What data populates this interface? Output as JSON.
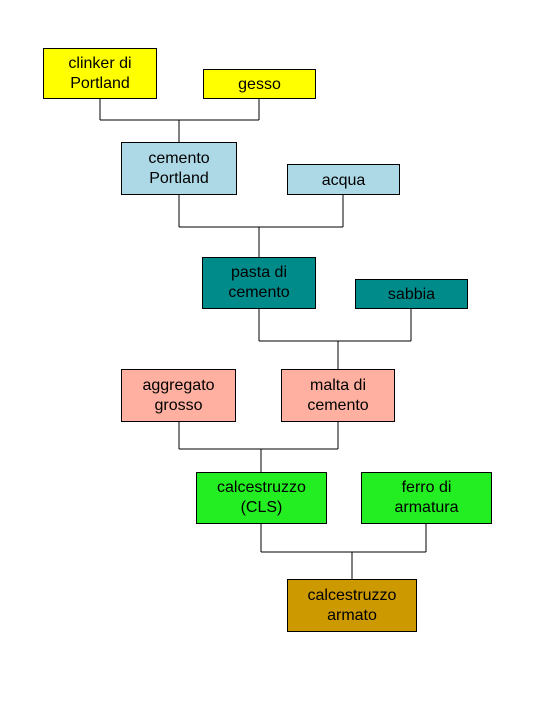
{
  "nodes": {
    "clinker": {
      "label": "clinker di\nPortland",
      "color": "#ffff00"
    },
    "gesso": {
      "label": "gesso",
      "color": "#ffff00"
    },
    "cemento_portland": {
      "label": "cemento\nPortland",
      "color": "#add8e6"
    },
    "acqua": {
      "label": "acqua",
      "color": "#add8e6"
    },
    "pasta_cemento": {
      "label": "pasta  di\ncemento",
      "color": "#008b8b"
    },
    "sabbia": {
      "label": "sabbia",
      "color": "#008b8b"
    },
    "aggregato_grosso": {
      "label": "aggregato\ngrosso",
      "color": "#ffb0a0"
    },
    "malta_cemento": {
      "label": "malta di\ncemento",
      "color": "#ffb0a0"
    },
    "calcestruzzo_cls": {
      "label": "calcestruzzo\n(CLS)",
      "color": "#22ee22"
    },
    "ferro_armatura": {
      "label": "ferro di\narmatura",
      "color": "#22ee22"
    },
    "calcestruzzo_armato": {
      "label": "calcestruzzo\narmato",
      "color": "#cc9900"
    }
  },
  "connector_color": "#000000"
}
